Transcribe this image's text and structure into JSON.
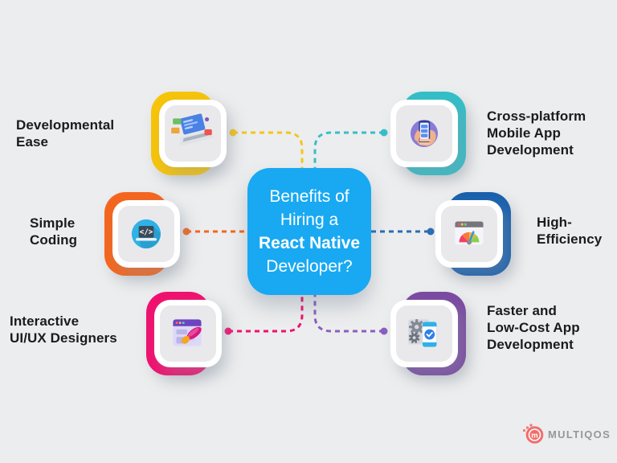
{
  "center_card": {
    "line1": "Benefits of",
    "line2": "Hiring a",
    "line3": "React Native",
    "line4": "Developer?",
    "bg_color": "#18A9F2",
    "text_color": "#FFFFFF"
  },
  "items": [
    {
      "label": "Developmental\nEase",
      "icon": "laptop-code-icon",
      "accent": "#F7C40A",
      "side": "left"
    },
    {
      "label": "Simple\nCoding",
      "icon": "code-editor-icon",
      "accent": "#F4661F",
      "side": "left"
    },
    {
      "label": "Interactive\nUI/UX Designers",
      "icon": "design-paintbrush-icon",
      "accent": "#F0116F",
      "side": "left"
    },
    {
      "label": "Cross-platform\nMobile App\nDevelopment",
      "icon": "hand-holding-phone-icon",
      "accent": "#33BFC7",
      "side": "right"
    },
    {
      "label": "High-\nEfficiency",
      "icon": "speedometer-browser-icon",
      "accent": "#1A61AD",
      "side": "right"
    },
    {
      "label": "Faster and\nLow-Cost App\nDevelopment",
      "icon": "gears-phone-check-icon",
      "accent": "#7B4AA2",
      "side": "right"
    }
  ],
  "icon_glyphs": {
    "code": "</>",
    "logo_mark": "m"
  },
  "logo": {
    "brand": "MULTIQOS",
    "mark_color": "#F26D6D",
    "text_color": "#95979C"
  },
  "background_color": "#ECEDEE"
}
